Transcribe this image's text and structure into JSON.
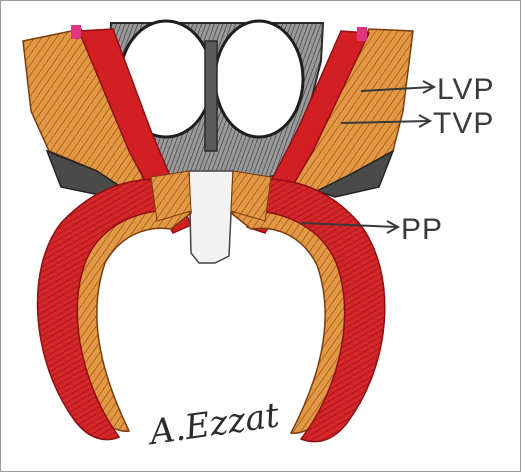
{
  "labels": {
    "lvp": "LVP",
    "tvp": "TVP",
    "pp": "PP"
  },
  "signature": "A.Ezzat",
  "colors": {
    "muscle_red": "#cf1f22",
    "muscle_dark_red": "#a8141a",
    "tendon_orange": "#d9832f",
    "tendon_light": "#e8b26a",
    "cartilage_gray": "#7a7a7a",
    "outline": "#2a2a2a",
    "arrow": "#3a3a3a"
  }
}
